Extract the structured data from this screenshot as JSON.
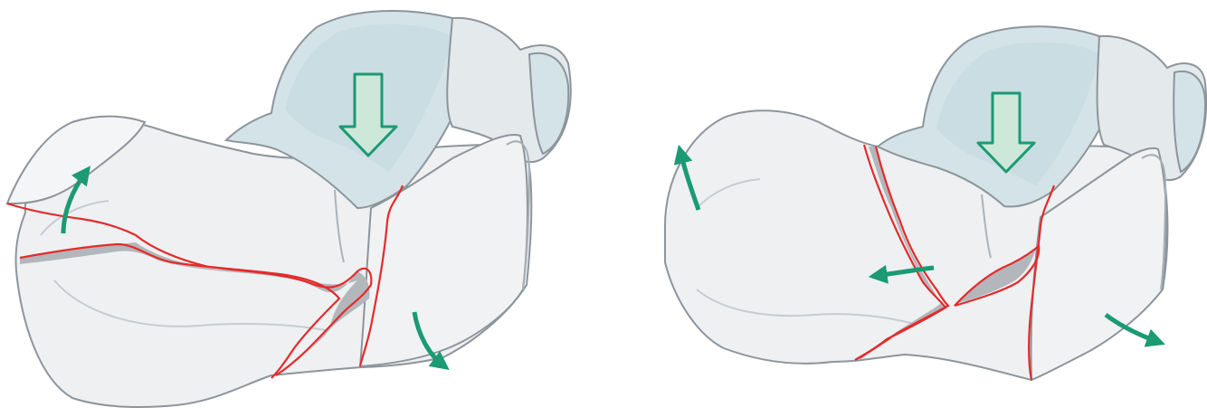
{
  "figure": {
    "panels": [
      {
        "id": "left",
        "arrows": [
          "down-arrow",
          "curved-up-arrow",
          "curved-down-arrow"
        ],
        "fracture_lines": 2
      },
      {
        "id": "right",
        "arrows": [
          "down-arrow",
          "curved-up-arrow",
          "left-arrow",
          "curved-down-arrow"
        ],
        "fracture_lines": 2
      }
    ],
    "colors": {
      "bone_fill": "#eef0f2",
      "bone_outline": "#8d959c",
      "articular_fill": "#d4e3e8",
      "fracture_line": "#e32b2b",
      "fracture_gap": "#b3b6ba",
      "force_arrow_fill": "#cde8d8",
      "force_arrow_stroke": "#1b9a73",
      "motion_arrow": "#1b9a73"
    }
  }
}
